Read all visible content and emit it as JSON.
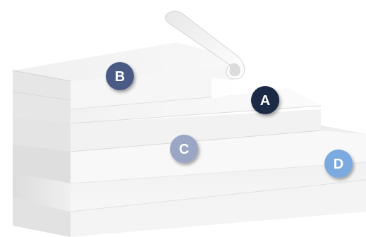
{
  "diagram": {
    "badges": [
      {
        "id": "A",
        "label": "A",
        "color": "#1f2a44"
      },
      {
        "id": "B",
        "label": "B",
        "color": "#4a5a85"
      },
      {
        "id": "C",
        "label": "C",
        "color": "#9aa6c4"
      },
      {
        "id": "D",
        "label": "D",
        "color": "#7aaae0"
      }
    ]
  }
}
